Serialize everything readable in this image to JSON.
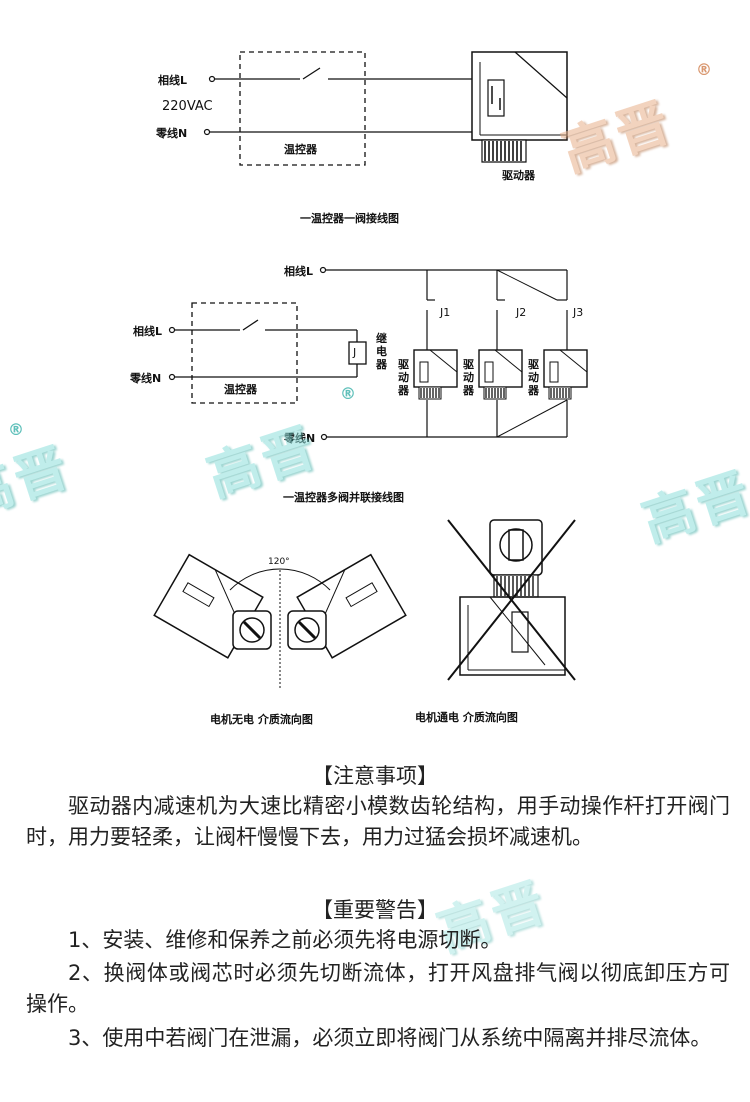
{
  "diagram1": {
    "live_label": "相线L",
    "voltage_label": "220VAC",
    "neutral_label": "零线N",
    "thermostat_label": "温控器",
    "driver_label": "驱动器",
    "caption": "一温控器一阀接线图"
  },
  "diagram2": {
    "live_top_label": "相线L",
    "live_label": "相线L",
    "neutral_label": "零线N",
    "thermostat_label": "温控器",
    "relay_symbol": "J",
    "relay_label": "继电器",
    "j1": "J1",
    "j2": "J2",
    "j3": "J3",
    "driver_label": "驱动器",
    "neutral_bottom_label": "零线N",
    "caption": "一温控器多阀并联接线图"
  },
  "diagram3": {
    "angle_label": "120°",
    "caption_left": "电机无电  介质流向图",
    "caption_right": "电机通电  介质流向图"
  },
  "watermarks": {
    "text": "高晋",
    "reg_mark": "®"
  },
  "notice": {
    "title": "【注意事项】",
    "body": "驱动器内减速机为大速比精密小模数齿轮结构，用手动操作杆打开阀门时，用力要轻柔，让阀杆慢慢下去，用力过猛会损坏减速机。"
  },
  "warnings": {
    "title": "【重要警告】",
    "items": [
      "1、安装、维修和保养之前必须先将电源切断。",
      "2、换阀体或阀芯时必须先切断流体，打开风盘排气阀以彻底卸压方可操作。",
      "3、使用中若阀门在泄漏，必须立即将阀门从系统中隔离并排尽流体。"
    ]
  }
}
